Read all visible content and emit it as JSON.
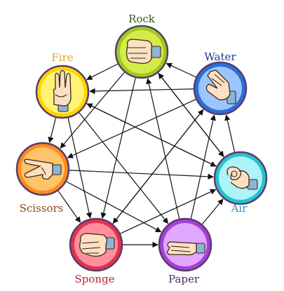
{
  "nodes": [
    {
      "id": "rock",
      "label": "Rock",
      "color": "#9ccc1c",
      "inner": "#d7ea4c",
      "label_color": "#2e5b16",
      "icon": "fist-icon"
    },
    {
      "id": "fire",
      "label": "Fire",
      "color": "#ffd400",
      "inner": "#fff275",
      "label_color": "#e0a42a",
      "icon": "three-fingers-icon"
    },
    {
      "id": "water",
      "label": "Water",
      "color": "#2d6fd8",
      "inner": "#9cc5ff",
      "label_color": "#1b3f99",
      "icon": "cupped-hand-icon"
    },
    {
      "id": "scissors",
      "label": "Scissors",
      "color": "#ff8a1a",
      "inner": "#ffc36a",
      "label_color": "#8a4a10",
      "icon": "two-fingers-icon"
    },
    {
      "id": "air",
      "label": "Air",
      "color": "#23c4cf",
      "inner": "#aef3f7",
      "label_color": "#3a8fb8",
      "icon": "ok-sign-icon"
    },
    {
      "id": "sponge",
      "label": "Sponge",
      "color": "#e2334d",
      "inner": "#ff8f9b",
      "label_color": "#b0263b",
      "icon": "squeeze-fist-icon"
    },
    {
      "id": "paper",
      "label": "Paper",
      "color": "#a53fd8",
      "inner": "#e1a6ff",
      "label_color": "#4a2a6a",
      "icon": "flat-hand-icon"
    }
  ],
  "edges": [
    [
      "rock",
      "fire"
    ],
    [
      "rock",
      "scissors"
    ],
    [
      "rock",
      "sponge"
    ],
    [
      "rock",
      "air"
    ],
    [
      "water",
      "rock"
    ],
    [
      "water",
      "fire"
    ],
    [
      "water",
      "scissors"
    ],
    [
      "water",
      "sponge"
    ],
    [
      "fire",
      "scissors"
    ],
    [
      "fire",
      "sponge"
    ],
    [
      "fire",
      "paper"
    ],
    [
      "fire",
      "air"
    ],
    [
      "scissors",
      "air"
    ],
    [
      "scissors",
      "paper"
    ],
    [
      "scissors",
      "sponge"
    ],
    [
      "air",
      "water"
    ],
    [
      "air",
      "rock"
    ],
    [
      "air",
      "fire"
    ],
    [
      "sponge",
      "paper"
    ],
    [
      "sponge",
      "water"
    ],
    [
      "sponge",
      "air"
    ],
    [
      "paper",
      "air"
    ],
    [
      "paper",
      "water"
    ],
    [
      "paper",
      "rock"
    ]
  ]
}
